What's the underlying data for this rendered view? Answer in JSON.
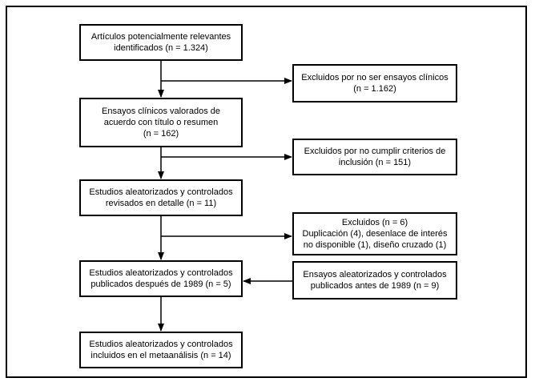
{
  "flow": {
    "main": [
      "Artículos potencialmente relevantes\nidentificados (n = 1.324)",
      "Ensayos clínicos valorados de\nacuerdo con título o resumen\n(n = 162)",
      "Estudios aleatorizados y controlados\nrevisados en detalle (n = 11)",
      "Estudios aleatorizados y controlados\npublicados después de 1989 (n = 5)",
      "Estudios aleatorizados y controlados\nincluidos en el metaanálisis (n = 14)"
    ],
    "side": [
      "Excluidos por no ser ensayos clínicos\n(n = 1.162)",
      "Excluidos por no cumplir criterios de\ninclusión (n = 151)",
      "Excluidos (n = 6)\nDuplicación (4), desenlace de interés\nno disponible (1), diseño cruzado (1)",
      "Ensayos aleatorizados y controlados\npublicados antes de 1989 (n = 9)"
    ]
  },
  "colors": {
    "line": "#000000",
    "background": "#ffffff"
  }
}
